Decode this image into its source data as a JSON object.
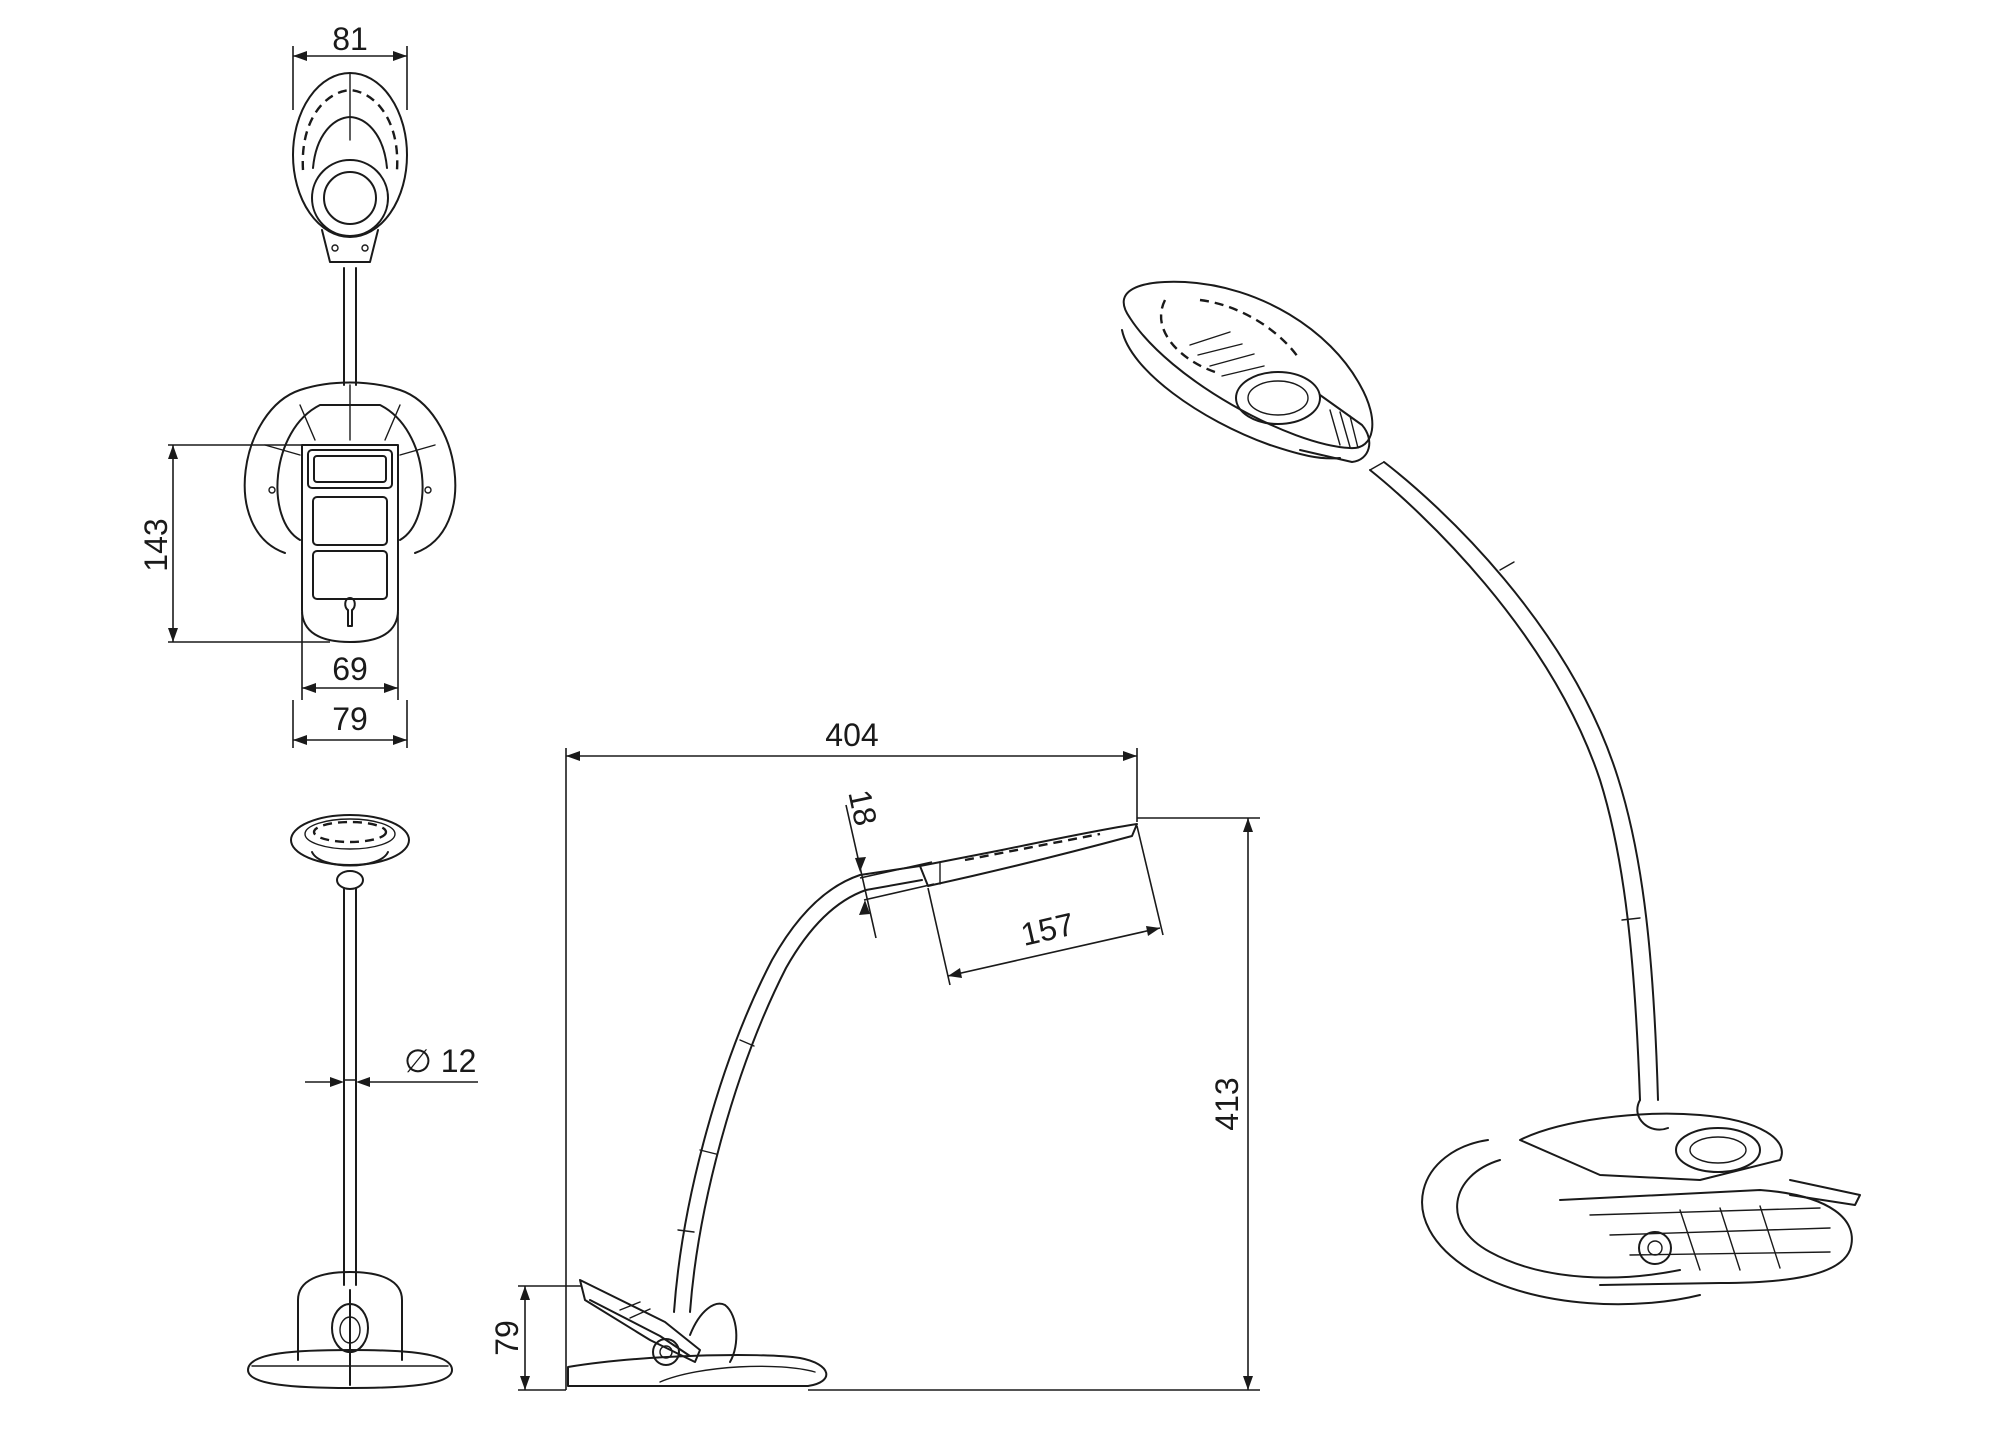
{
  "dimensions": {
    "head_width": "81",
    "base_height": "143",
    "clip_width": "69",
    "base_width": "79",
    "overall_length": "404",
    "head_thickness": "18",
    "head_length": "157",
    "overall_height": "413",
    "clamp_height": "79",
    "arm_diameter": "∅ 12"
  }
}
